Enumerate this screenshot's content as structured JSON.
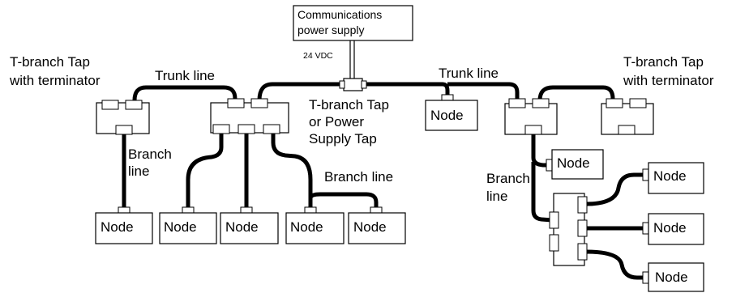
{
  "power_supply": {
    "line1": "Communications",
    "line2": "power supply",
    "voltage": "24 VDC"
  },
  "labels": {
    "tap_left_1": "T-branch Tap",
    "tap_left_2": "with terminator",
    "tap_right_1": "T-branch Tap",
    "tap_right_2": "with terminator",
    "trunk_left": "Trunk line",
    "trunk_right": "Trunk line",
    "center_1": "T-branch Tap",
    "center_2": "or Power",
    "center_3": "Supply Tap",
    "branch_a_1": "Branch",
    "branch_a_2": "line",
    "branch_b": "Branch line",
    "branch_c_1": "Branch",
    "branch_c_2": "line"
  },
  "node_label": "Node"
}
